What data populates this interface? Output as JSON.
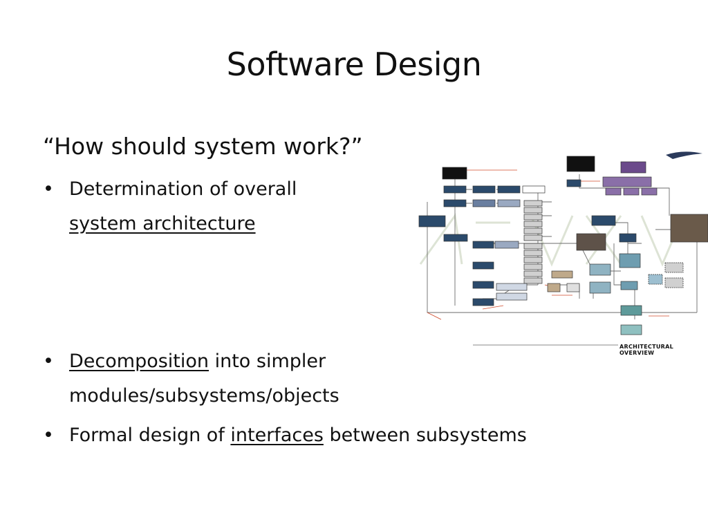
{
  "slide": {
    "title": "Software Design",
    "lead": "“How should system work?”",
    "bullets": [
      {
        "line1": "Determination of overall",
        "line2": "system architecture"
      },
      {
        "underlined": "Decomposition",
        "rest_line1": " into simpler",
        "line2": "modules/subsystems/objects"
      },
      {
        "before": "Formal design of ",
        "underlined": "interfaces",
        "after": " between subsystems"
      }
    ],
    "diagram_caption": "ARCHITECTURAL OVERVIEW",
    "bullet_glyph": "•"
  }
}
